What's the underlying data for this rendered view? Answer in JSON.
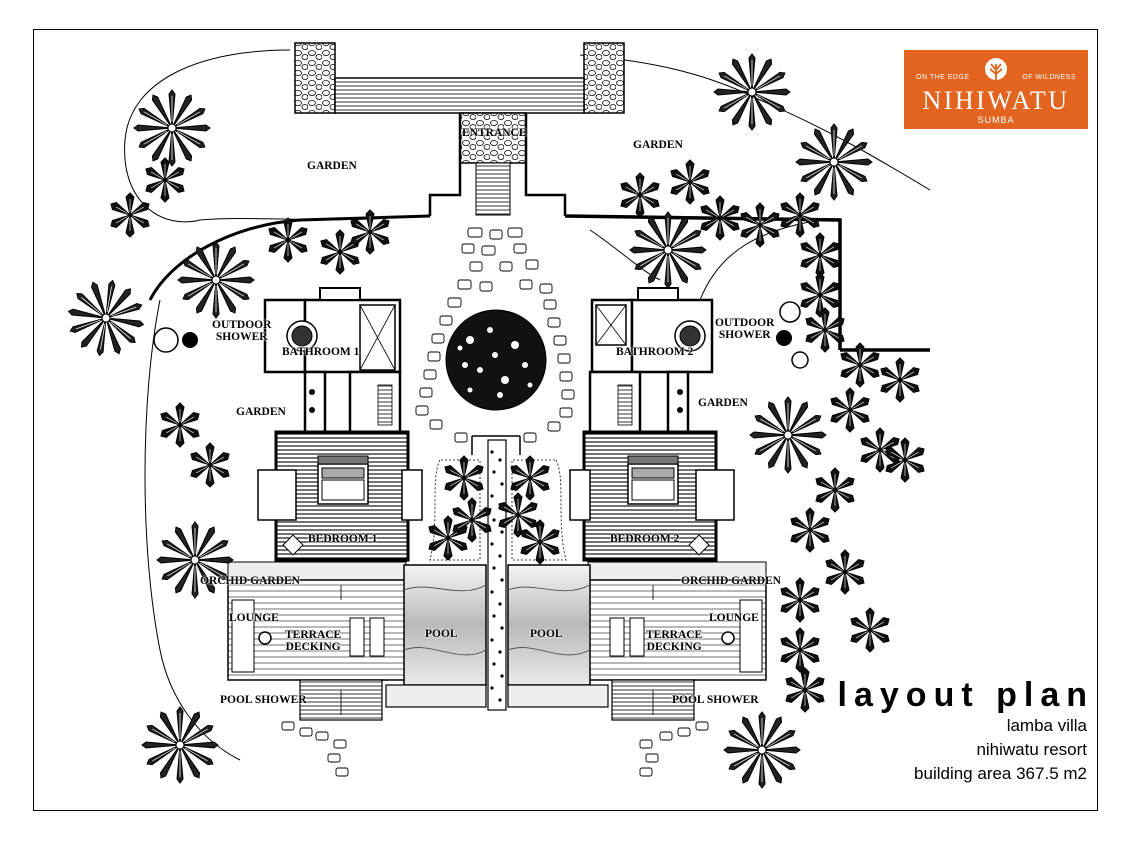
{
  "logo": {
    "tag_left": "ON THE EDGE",
    "tag_right": "OF WILDNESS",
    "brand": "NIHIWATU",
    "sub": "SUMBA",
    "bg_color": "#e2641f"
  },
  "title": {
    "main": "layout plan",
    "line1": "lamba villa",
    "line2": "nihiwatu resort",
    "line3": "building area 367.5 m2"
  },
  "labels": {
    "entrance": "ENTRANCE",
    "garden_top_left": "GARDEN",
    "garden_top_right": "GARDEN",
    "outdoor_shower_left": [
      "OUTDOOR",
      "SHOWER"
    ],
    "outdoor_shower_right": [
      "OUTDOOR",
      "SHOWER"
    ],
    "bathroom_1": "BATHROOM 1",
    "bathroom_2": "BATHROOM 2",
    "garden_mid_left": "GARDEN",
    "garden_mid_right": "GARDEN",
    "bedroom_1": "BEDROOM 1",
    "bedroom_2": "BEDROOM 2",
    "orchid_garden_left": "ORCHID GARDEN",
    "orchid_garden_right": "ORCHID GARDEN",
    "lounge_left": "LOUNGE",
    "lounge_right": "LOUNGE",
    "terrace_left": [
      "TERRACE",
      "DECKING"
    ],
    "terrace_right": [
      "TERRACE",
      "DECKING"
    ],
    "pool_left": "POOL",
    "pool_right": "POOL",
    "pool_shower_left": "POOL SHOWER",
    "pool_shower_right": "POOL SHOWER"
  },
  "icons": [
    "palm-tree-icon",
    "leaf-logo-icon",
    "bathtub-icon",
    "bed-icon",
    "stepping-stone-icon"
  ]
}
